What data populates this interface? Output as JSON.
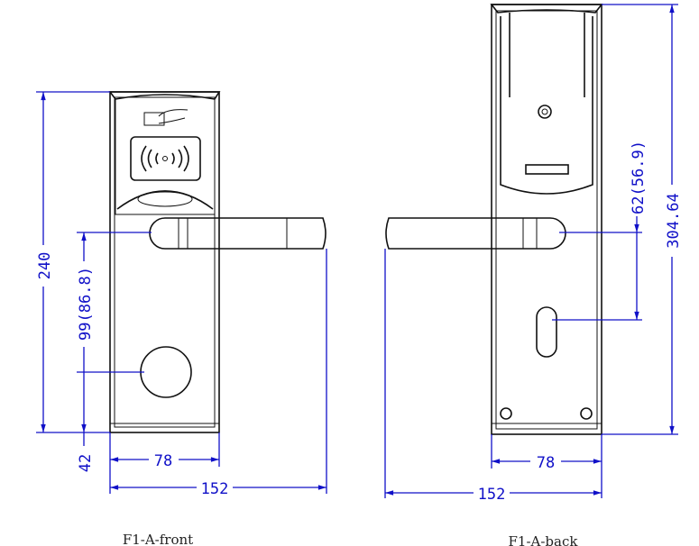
{
  "front": {
    "caption": "F1-A-front",
    "dims": {
      "height": "240",
      "handle_to_cylinder": "99(86.8)",
      "cylinder_to_bottom": "42",
      "plate_width": "78",
      "total_width": "152"
    }
  },
  "back": {
    "caption": "F1-A-back",
    "dims": {
      "height": "304.64",
      "handle_to_keyhole": "62(56.9)",
      "plate_width": "78",
      "total_width": "152"
    }
  },
  "colors": {
    "dimension": "#1010c8",
    "outline": "#111111"
  }
}
